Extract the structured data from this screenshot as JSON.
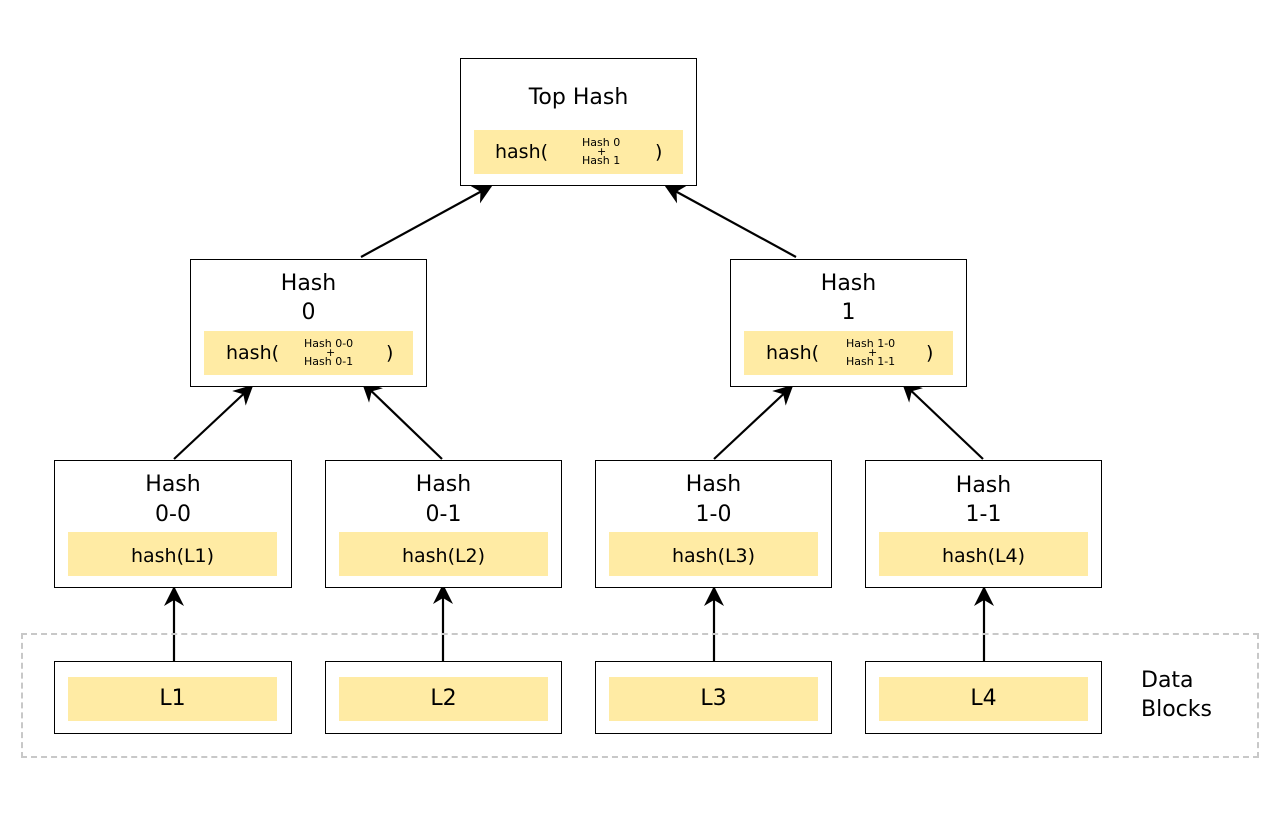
{
  "top": {
    "title": "Top Hash",
    "hash_prefix": "hash(",
    "operand_a": "Hash 0",
    "operator": "+",
    "operand_b": "Hash 1",
    "hash_suffix": ")"
  },
  "level1": [
    {
      "title_line1": "Hash",
      "title_line2": "0",
      "hash_prefix": "hash(",
      "operand_a": "Hash 0-0",
      "operator": "+",
      "operand_b": "Hash 0-1",
      "hash_suffix": ")"
    },
    {
      "title_line1": "Hash",
      "title_line2": "1",
      "hash_prefix": "hash(",
      "operand_a": "Hash 1-0",
      "operator": "+",
      "operand_b": "Hash 1-1",
      "hash_suffix": ")"
    }
  ],
  "leaves": [
    {
      "title_line1": "Hash",
      "title_line2": "0-0",
      "hash": "hash(L1)"
    },
    {
      "title_line1": "Hash",
      "title_line2": "0-1",
      "hash": "hash(L2)"
    },
    {
      "title_line1": "Hash",
      "title_line2": "1-0",
      "hash": "hash(L3)"
    },
    {
      "title_line1": "Hash",
      "title_line2": "1-1",
      "hash": "hash(L4)"
    }
  ],
  "data_blocks": {
    "label_line1": "Data",
    "label_line2": "Blocks",
    "items": [
      "L1",
      "L2",
      "L3",
      "L4"
    ]
  },
  "colors": {
    "hash_band": "#ffeba4",
    "node_border": "#000000",
    "region_border": "#c8c8c8",
    "arrow": "#000000"
  }
}
